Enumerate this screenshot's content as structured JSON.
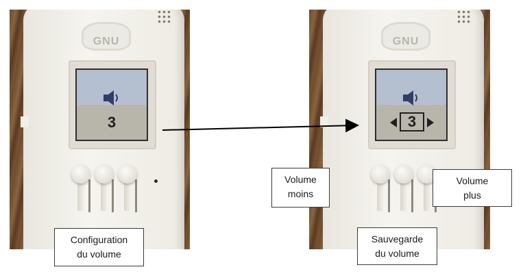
{
  "panels": {
    "left": {
      "display_value": "3"
    },
    "right": {
      "display_value": "3"
    }
  },
  "labels": {
    "config": {
      "line1": "Configuration",
      "line2": "du volume"
    },
    "minus": {
      "line1": "Volume",
      "line2": "moins"
    },
    "plus": {
      "line1": "Volume",
      "line2": "plus"
    },
    "save": {
      "line1": "Sauvegarde",
      "line2": "du volume"
    }
  },
  "device": {
    "logo_text": "GNU"
  },
  "colors": {
    "arrow": "#000000",
    "lcd_top": "#b4bfd0",
    "lcd_bottom": "#b8b6ab",
    "icon": "#2f3f66"
  }
}
